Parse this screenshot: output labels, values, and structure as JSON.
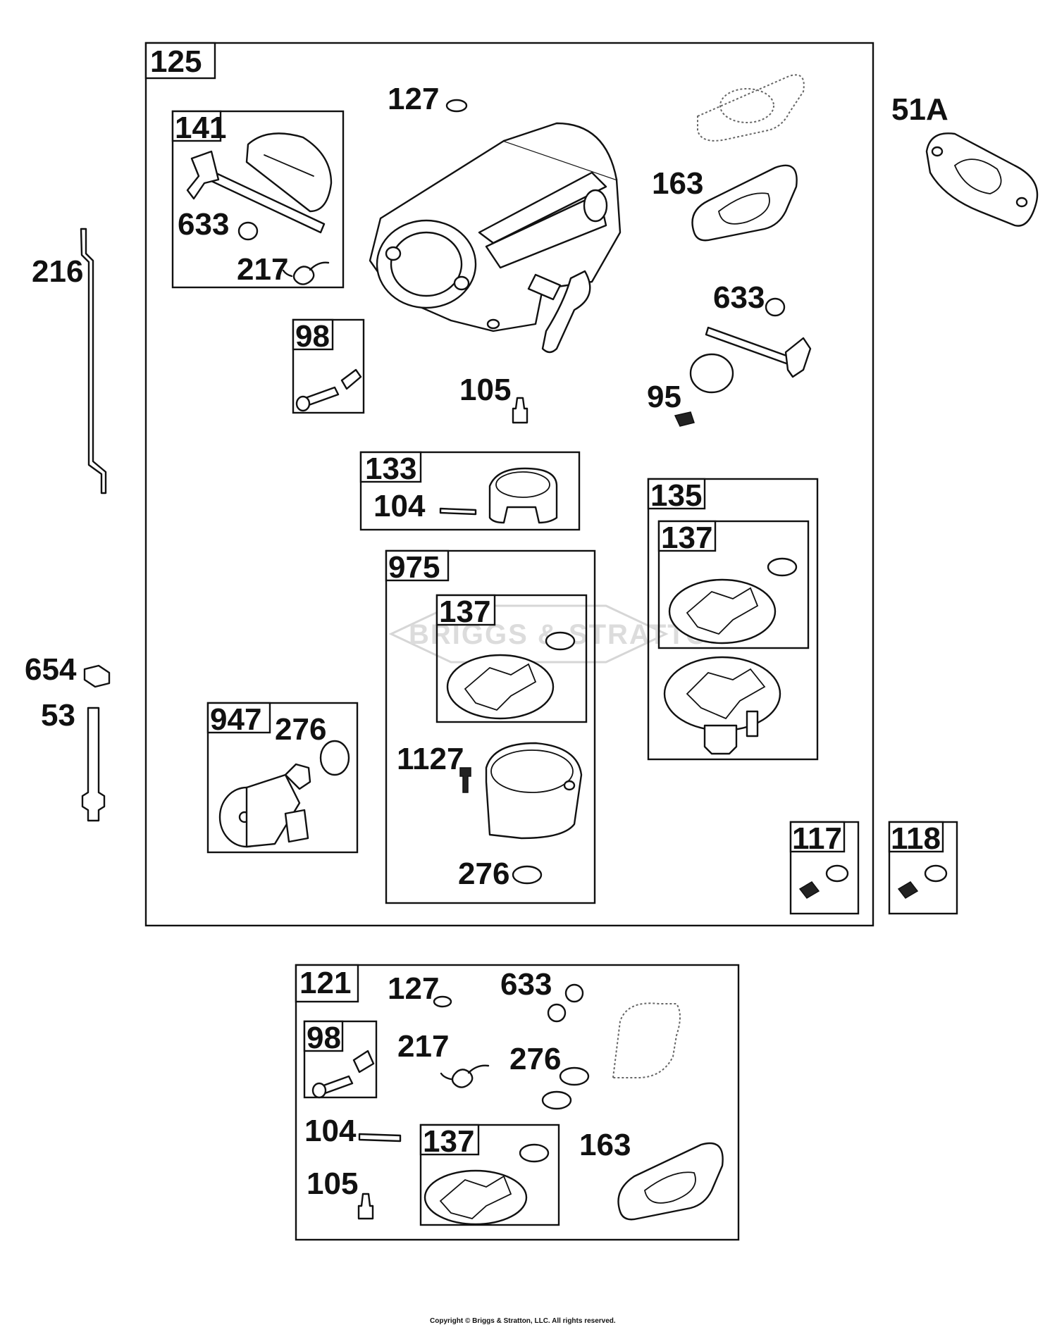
{
  "labels": {
    "l125": "125",
    "l141": "141",
    "l127a": "127",
    "l51a": "51A",
    "l163a": "163",
    "l216": "216",
    "l633a": "633",
    "l217a": "217",
    "l633b": "633",
    "l98a": "98",
    "l105a": "105",
    "l95": "95",
    "l133": "133",
    "l104a": "104",
    "l135": "135",
    "l137a": "137",
    "l975": "975",
    "l137b": "137",
    "l654": "654",
    "l53": "53",
    "l947": "947",
    "l276a": "276",
    "l1127": "1127",
    "l276b": "276",
    "l117": "117",
    "l118": "118",
    "l121": "121",
    "l127b": "127",
    "l633c": "633",
    "l98b": "98",
    "l217b": "217",
    "l276c": "276",
    "l104b": "104",
    "l137c": "137",
    "l163b": "163",
    "l105b": "105"
  },
  "watermark": "BRIGGS & STRATTON",
  "copyright": "Copyright © Briggs & Stratton, LLC. All rights reserved."
}
